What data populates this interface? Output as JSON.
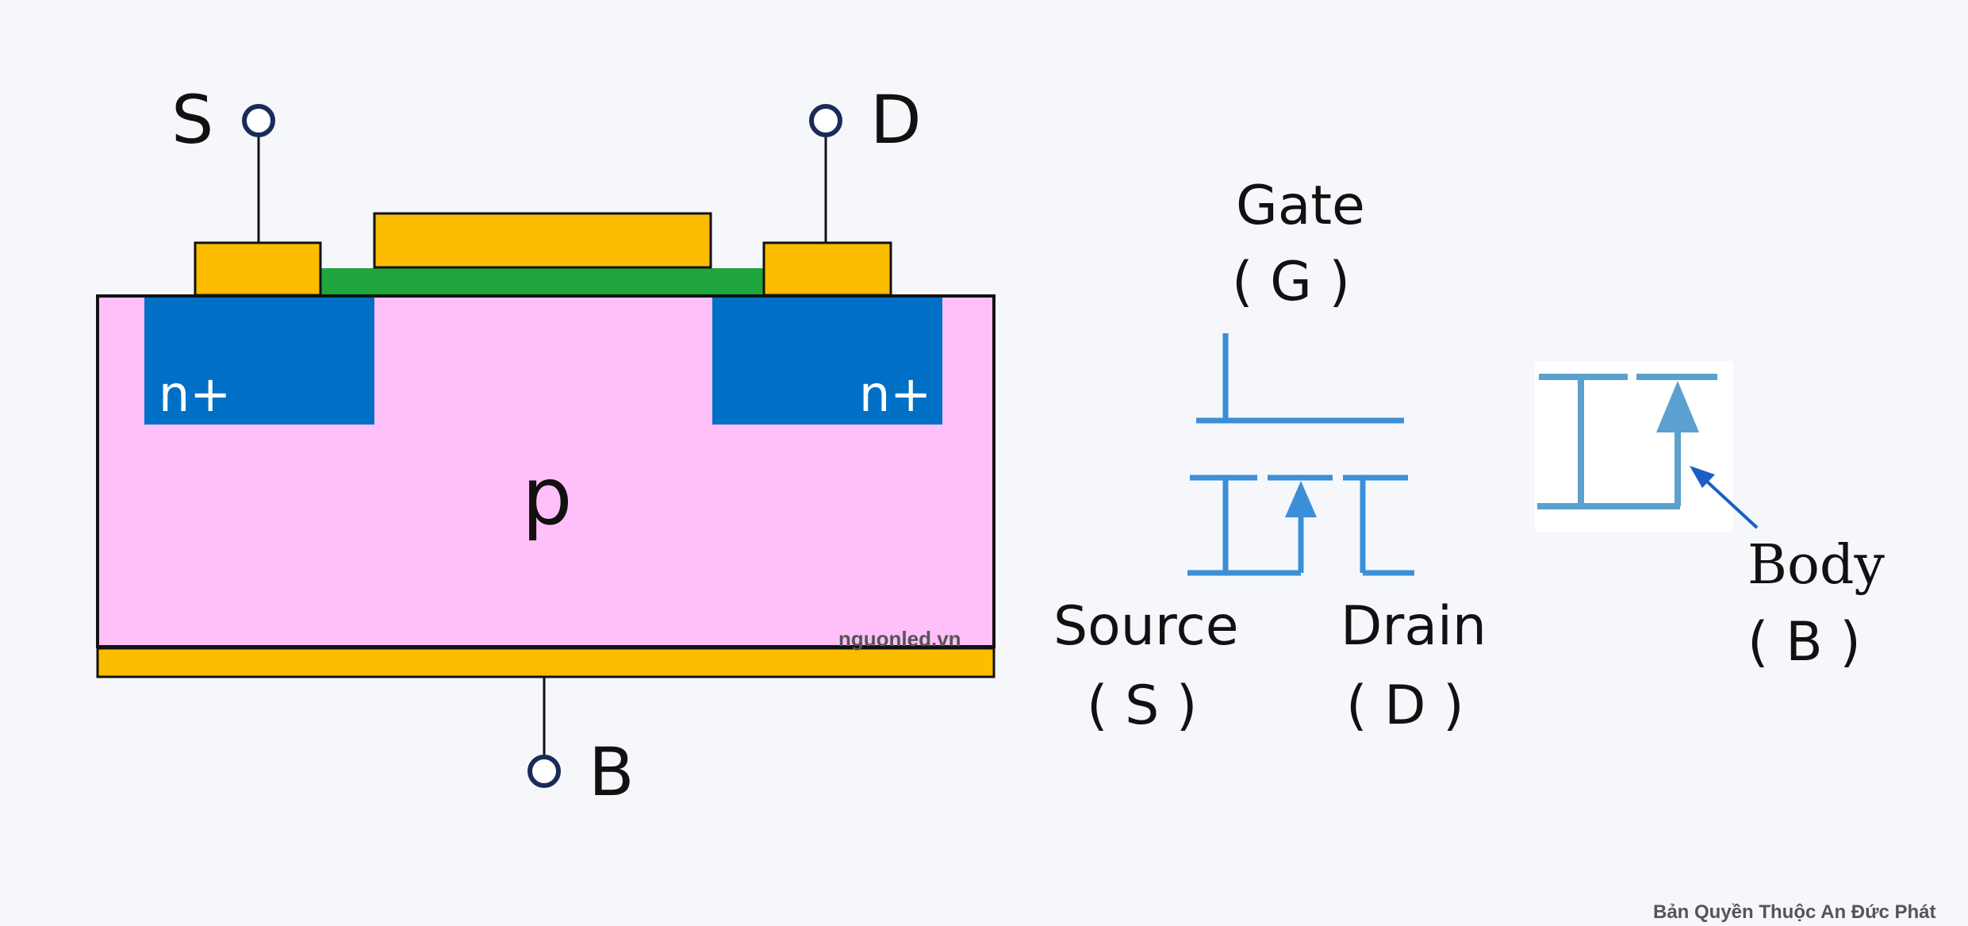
{
  "mosfet_cross_section": {
    "terminal_source": "S",
    "terminal_drain": "D",
    "terminal_body": "B",
    "region_source": "n+",
    "region_drain": "n+",
    "substrate": "p",
    "watermark": "nguonled.vn"
  },
  "symbol": {
    "gate_label": "Gate",
    "gate_abbr": "( G )",
    "source_label": "Source",
    "source_abbr": "( S )",
    "drain_label": "Drain",
    "drain_abbr": "( D )"
  },
  "body_callout": {
    "label": "Body",
    "abbr": "( B )"
  },
  "copyright": "Bản Quyền Thuộc An Đức Phát",
  "colors": {
    "metal": "#fcbc00",
    "oxide": "#1fa63c",
    "n_plus": "#0070c6",
    "p_substrate": "#ffbff9",
    "symbol_blue": "#3b8fd9",
    "body_symbol": "#5ba0cf",
    "arrow": "#1a5fc4",
    "terminal_ring": "#1a2a5a"
  }
}
